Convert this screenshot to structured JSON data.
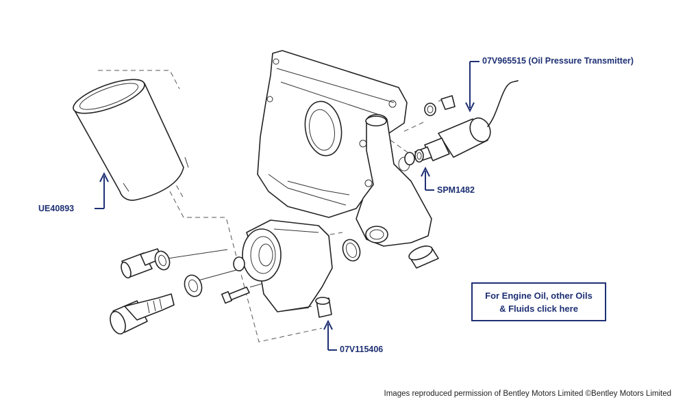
{
  "callouts": {
    "oil_filter": "UE40893",
    "oil_pressure_transmitter": "07V965515 (Oil Pressure Transmitter)",
    "seal_washer": "SPM1482",
    "union_bolt": "07V115406"
  },
  "link_box": {
    "line1": "For Engine Oil, other Oils",
    "line2": "& Fluids click here"
  },
  "copyright": "Images reproduced permission of Bentley Motors Limited ©Bentley Motors Limited",
  "colors": {
    "callout_text": "#1d2f73",
    "line_art": "#222222"
  }
}
